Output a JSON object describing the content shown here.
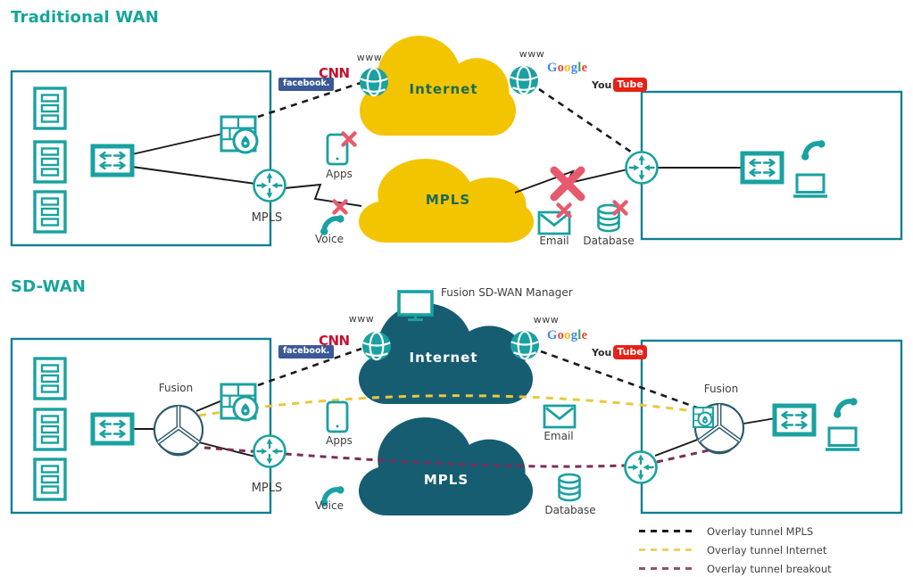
{
  "colors": {
    "teal_icon": "#1AA1A1",
    "teal_title": "#16A59C",
    "box_border": "#0F7F95",
    "cloud_yellow": "#F3C400",
    "cloud_dark": "#175D72",
    "cloud_text_on_yellow": "#1C6A57",
    "red_x": "#E75A6E",
    "line_black": "#1A1A1A",
    "tunnel_internet_yellow": "#E9C83F",
    "tunnel_breakout_purple": "#7C2D55",
    "facebook_blue": "#3B5998",
    "cnn_red": "#C8102E",
    "youtube_red": "#E62117",
    "fusion_outline": "#2E5B6D"
  },
  "traditional": {
    "title": "Traditional WAN",
    "internet_cloud": "Internet",
    "mpls_cloud": "MPLS",
    "www_left": "www",
    "www_right": "www",
    "mpls_router": "MPLS",
    "apps": "Apps",
    "voice": "Voice",
    "email": "Email",
    "database": "Database"
  },
  "sdwan": {
    "title": "SD-WAN",
    "internet_cloud": "Internet",
    "mpls_cloud": "MPLS",
    "www_left": "www",
    "www_right": "www",
    "mpls_router": "MPLS",
    "apps": "Apps",
    "voice": "Voice",
    "email": "Email",
    "database": "Database",
    "fusion_left": "Fusion",
    "fusion_right": "Fusion",
    "manager": "Fusion SD-WAN Manager"
  },
  "logos": {
    "facebook": "facebook.",
    "cnn": "CNN",
    "google": [
      {
        "ch": "G",
        "color": "#4285F4"
      },
      {
        "ch": "o",
        "color": "#EA4335"
      },
      {
        "ch": "o",
        "color": "#FBBC05"
      },
      {
        "ch": "g",
        "color": "#4285F4"
      },
      {
        "ch": "l",
        "color": "#34A853"
      },
      {
        "ch": "e",
        "color": "#EA4335"
      }
    ],
    "youtube": {
      "you": "You",
      "tube": "Tube"
    }
  },
  "legend": [
    {
      "label": "Overlay tunnel MPLS",
      "color": "#1A1A1A"
    },
    {
      "label": "Overlay tunnel Internet",
      "color": "#EDD069"
    },
    {
      "label": "Overlay tunnel breakout",
      "color": "#8F5570"
    }
  ]
}
